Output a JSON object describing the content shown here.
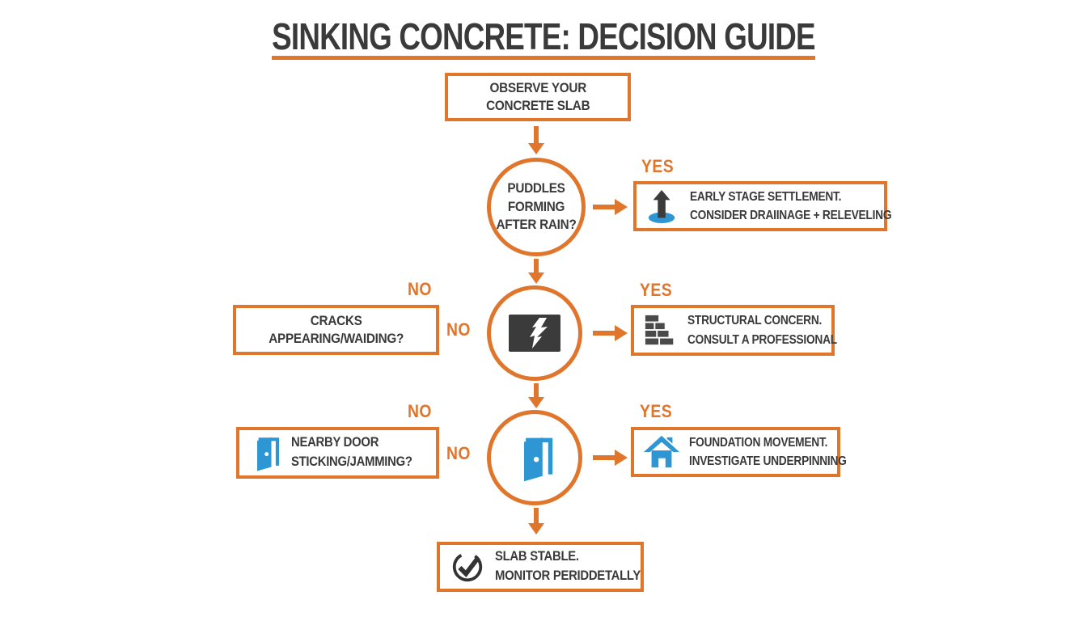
{
  "title": "SINKING CONCRETE: DECISION GUIDE",
  "colors": {
    "accent_orange": "#E0752C",
    "text_dark": "#3A3A3A",
    "icon_blue": "#2E96D2",
    "icon_dark": "#3B3B3B"
  },
  "start_box": {
    "line1": "OBSERVE YOUR",
    "line2": "CONCRETE SLAB"
  },
  "rows": [
    {
      "question": {
        "line1": "PUDDLES",
        "line2": "FORMING",
        "line3": "AFTER RAIN?"
      },
      "yes_label": "YES",
      "result": {
        "line1": "EARLY STAGE SETTLEMENT.",
        "line2": "CONSIDER DRAIINAGE + RELEVELING",
        "icon": "puddle-arrow-icon"
      }
    },
    {
      "no_label_top": "NO",
      "no_label_side": "NO",
      "side_box": {
        "line1": "CRACKS",
        "line2": "APPEARING/WAIDING?"
      },
      "circle_icon": "cracked-slab-icon",
      "yes_label": "YES",
      "result": {
        "line1": "STRUCTURAL CONCERN.",
        "line2": "CONSULT A PROFESSIONAL",
        "icon": "brick-wall-icon"
      }
    },
    {
      "no_label_top": "NO",
      "no_label_side": "NO",
      "side_box": {
        "line1": "NEARBY DOOR",
        "line2": "STICKING/JAMMING?",
        "icon": "open-door-icon"
      },
      "circle_icon": "open-door-icon",
      "yes_label": "YES",
      "result": {
        "line1": "FOUNDATION MOVEMENT.",
        "line2": "INVESTIGATE UNDERPINNING",
        "icon": "house-icon"
      }
    }
  ],
  "end_box": {
    "line1": "SLAB STABLE.",
    "line2": "MONITOR PERIDDETALLY",
    "icon": "check-mark-icon"
  }
}
